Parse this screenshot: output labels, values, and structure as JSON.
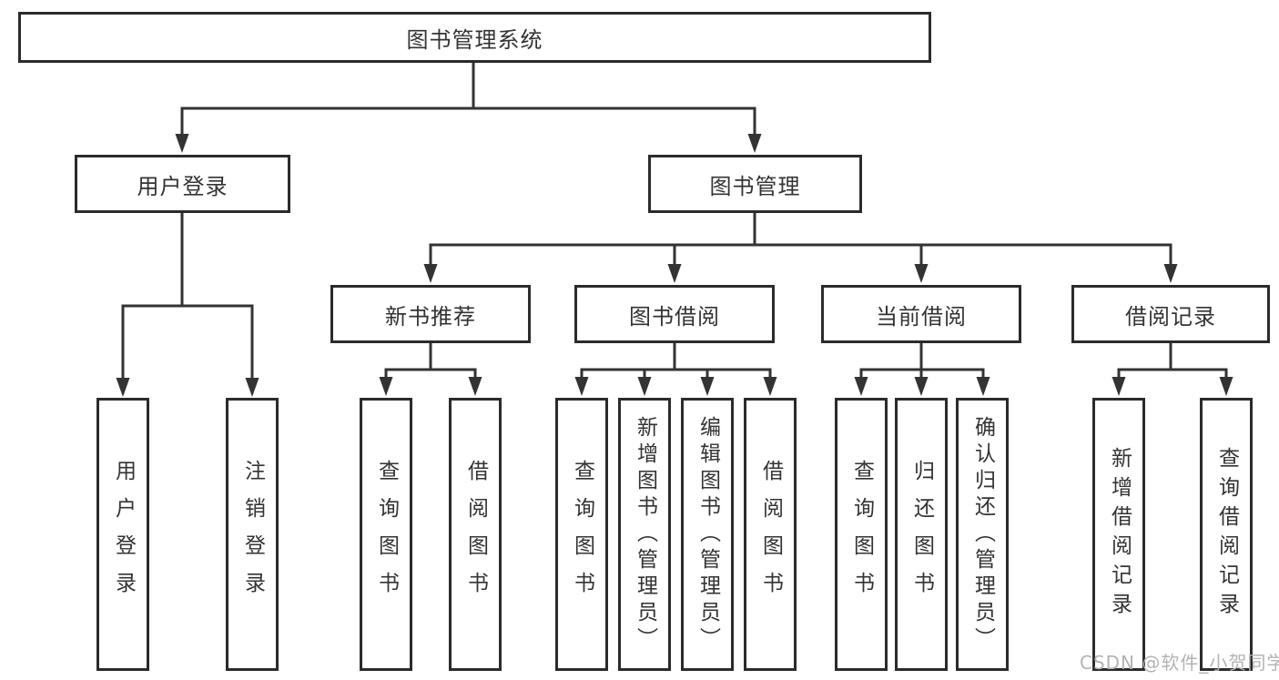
{
  "diagram": {
    "type": "hierarchy-tree",
    "title": "图书管理系统"
  },
  "tree": {
    "root": {
      "label": "图书管理系统"
    },
    "branches": [
      {
        "label": "用户登录",
        "children": [
          {
            "label": "用户登录"
          },
          {
            "label": "注销登录"
          }
        ]
      },
      {
        "label": "图书管理",
        "children": [
          {
            "label": "新书推荐",
            "children": [
              {
                "label": "查询图书"
              },
              {
                "label": "借阅图书"
              }
            ]
          },
          {
            "label": "图书借阅",
            "children": [
              {
                "label": "查询图书"
              },
              {
                "label": "新增图书（管理员）"
              },
              {
                "label": "编辑图书（管理员）"
              },
              {
                "label": "借阅图书"
              }
            ]
          },
          {
            "label": "当前借阅",
            "children": [
              {
                "label": "查询图书"
              },
              {
                "label": "归还图书"
              },
              {
                "label": "确认归还（管理员）"
              }
            ]
          },
          {
            "label": "借阅记录",
            "children": [
              {
                "label": "新增借阅记录"
              },
              {
                "label": "查询借阅记录"
              }
            ]
          }
        ]
      }
    ]
  },
  "watermark": {
    "text": "CSDN @软件_小贺同学"
  },
  "colors": {
    "line": "#333333",
    "border": "#2b2b2b",
    "text": "#333333",
    "background": "#ffffff",
    "watermark": "#b3b3b3"
  }
}
